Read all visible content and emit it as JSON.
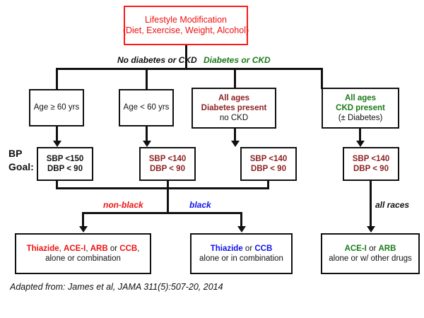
{
  "title_box": {
    "line1": "Lifestyle Modification",
    "line2": "(Diet, Exercise, Weight, Alcohol)",
    "color": "#ee1111",
    "border_color": "#fb1a1a"
  },
  "branch_labels": {
    "left": "No diabetes or CKD",
    "right": "Diabetes or CKD",
    "left_color": "#111111",
    "right_color": "#1a7a1a"
  },
  "criteria_boxes": [
    {
      "name": "age-60-or-over",
      "line1": "Age ≥ 60 yrs",
      "line1_color": "#111111",
      "line1_bold": false,
      "line2": "",
      "line3": ""
    },
    {
      "name": "age-under-60",
      "line1": "Age < 60 yrs",
      "line1_color": "#111111",
      "line1_bold": false,
      "line2": "",
      "line3": ""
    },
    {
      "name": "diabetes-no-ckd",
      "line1": "All ages",
      "line2": "Diabetes present",
      "line3": "no CKD",
      "line1_color": "#8e2222",
      "line1_bold": true
    },
    {
      "name": "ckd-present",
      "line1": "All ages",
      "line2": "CKD present",
      "line3": "(± Diabetes)",
      "line1_color": "#1a7a1a",
      "line1_bold": true
    }
  ],
  "bp_goal_label": {
    "line1": "BP",
    "line2": "Goal:"
  },
  "bp_goal_boxes": [
    {
      "name": "bp-goal-150-90",
      "sbp": "SBP <150",
      "dbp": "DBP < 90",
      "color": "#111111"
    },
    {
      "name": "bp-goal-140-90-under60",
      "sbp": "SBP <140",
      "dbp": "DBP < 90",
      "color": "#8e2222"
    },
    {
      "name": "bp-goal-140-90-diabetes",
      "sbp": "SBP <140",
      "dbp": "DBP < 90",
      "color": "#8e2222"
    },
    {
      "name": "bp-goal-140-90-ckd",
      "sbp": "SBP <140",
      "dbp": "DBP < 90",
      "color": "#8e2222"
    }
  ],
  "race_labels": {
    "non_black": "non-black",
    "non_black_color": "#ee1111",
    "black": "black",
    "black_color": "#1111ee",
    "all_races": "all races",
    "all_races_color": "#111111"
  },
  "treatment_boxes": [
    {
      "name": "treatment-non-black",
      "drug_segments": [
        {
          "text": "Thiazide",
          "color": "#ee1111",
          "bold": true
        },
        {
          "text": ", ",
          "color": "#111111",
          "bold": false
        },
        {
          "text": "ACE-I",
          "color": "#ee1111",
          "bold": true
        },
        {
          "text": ", ",
          "color": "#111111",
          "bold": false
        },
        {
          "text": "ARB",
          "color": "#ee1111",
          "bold": true
        },
        {
          "text": " or ",
          "color": "#111111",
          "bold": false
        },
        {
          "text": "CCB",
          "color": "#ee1111",
          "bold": true
        },
        {
          "text": ",",
          "color": "#111111",
          "bold": false
        }
      ],
      "second_line": "alone or combination"
    },
    {
      "name": "treatment-black",
      "drug_segments": [
        {
          "text": "Thiazide",
          "color": "#1111ee",
          "bold": true
        },
        {
          "text": " or ",
          "color": "#111111",
          "bold": false
        },
        {
          "text": "CCB",
          "color": "#1111ee",
          "bold": true
        }
      ],
      "second_line": "alone or in combination"
    },
    {
      "name": "treatment-ckd",
      "drug_segments": [
        {
          "text": "ACE-I",
          "color": "#1a7a1a",
          "bold": true
        },
        {
          "text": " or ",
          "color": "#111111",
          "bold": false
        },
        {
          "text": "ARB",
          "color": "#1a7a1a",
          "bold": true
        }
      ],
      "second_line": "alone or w/ other drugs"
    }
  ],
  "caption": "Adapted from: James et al, JAMA 311(5):507-20, 2014"
}
